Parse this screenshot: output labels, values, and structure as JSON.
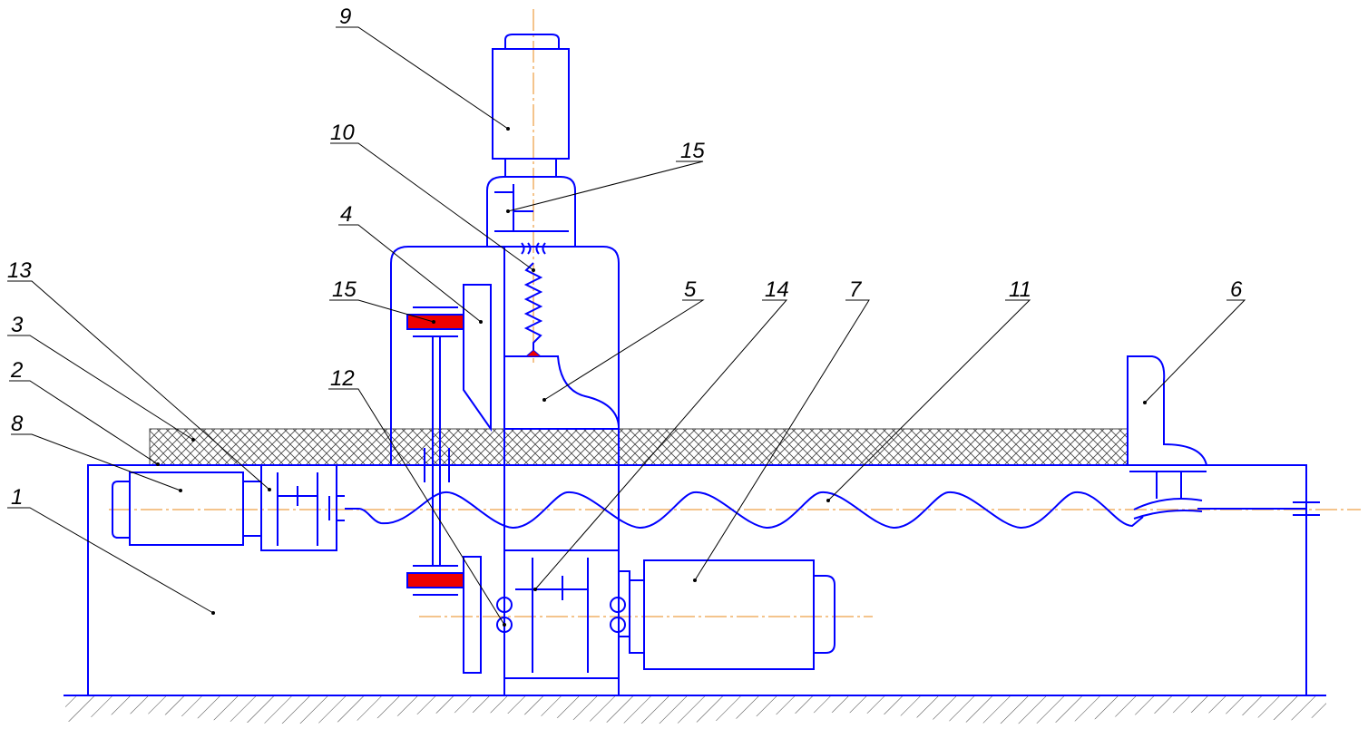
{
  "labels": {
    "l1": "1",
    "l2": "2",
    "l3": "3",
    "l4": "4",
    "l5": "5",
    "l6": "6",
    "l7": "7",
    "l8": "8",
    "l9": "9",
    "l10": "10",
    "l11": "11",
    "l12": "12",
    "l13": "13",
    "l14": "14",
    "l15a": "15",
    "l15b": "15"
  },
  "colors": {
    "line": "#0000ff",
    "leader": "#000000",
    "axis": "#e88a1a",
    "brake_pad": "#ee0000"
  }
}
